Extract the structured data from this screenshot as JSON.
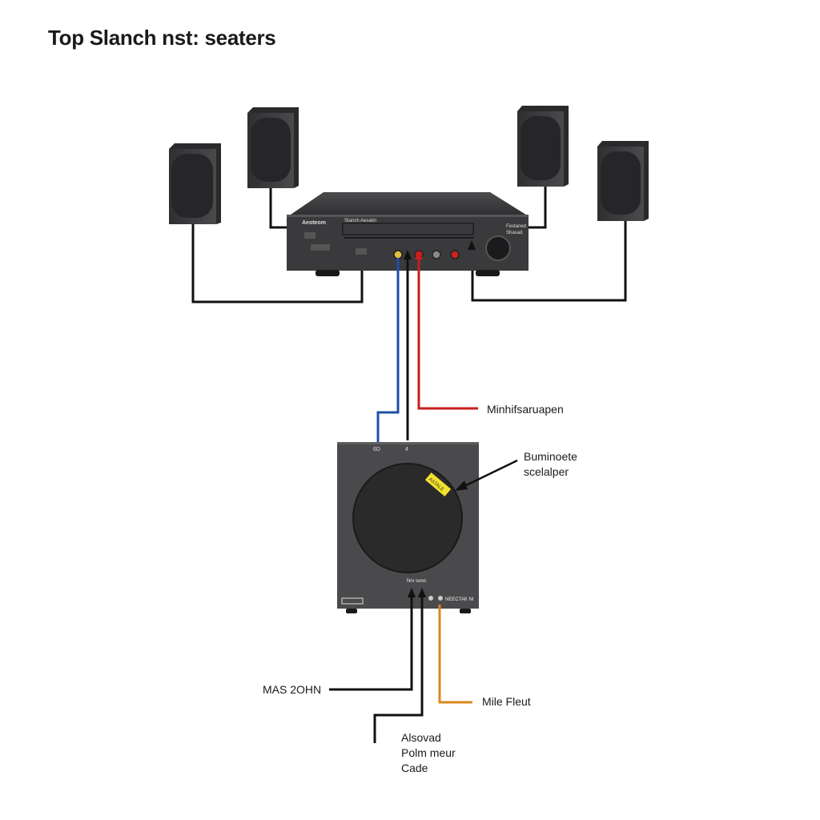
{
  "title": "Top Slanch nst: seaters",
  "labels": {
    "red_cable": "Minhifsaruapen",
    "speaker_driver_lines": [
      "Buminoete",
      "scelalper"
    ],
    "sub_badge": "MAS 2OHN",
    "orange_cable": "Mile Fleut",
    "bottom_cable_lines": [
      "Alsovad",
      "Polm meur",
      "Cade"
    ]
  },
  "device_text": {
    "receiver_brand": "Aeoteom",
    "receiver_display": "Stanch Aesatin",
    "receiver_right_1": "Festaned",
    "receiver_right_2": "Shasad",
    "sub_jack_left": "6D",
    "sub_jack_right": "4",
    "sub_panel": "Nrv sono",
    "sub_panel_right": "NEECTAK NI",
    "sub_sticker": "ASTALE"
  },
  "colors": {
    "cable_blue": "#1f4fa8",
    "cable_red": "#c81e1e",
    "cable_orange": "#d9891e",
    "cable_black": "#111111",
    "device_dark": "#3b3b3d",
    "sticker_yellow": "#f2e22c"
  }
}
